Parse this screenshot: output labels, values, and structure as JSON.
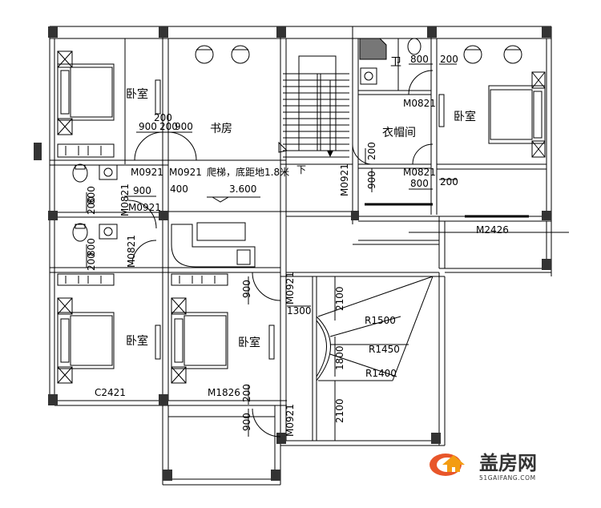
{
  "rooms": {
    "bedroom_nw": "卧室",
    "study": "书房",
    "bath_ne": "卫",
    "bedroom_ne": "卧室",
    "cloak": "衣帽间",
    "bedroom_sw": "卧室",
    "bedroom_s": "卧室"
  },
  "stair": {
    "down": "下",
    "note": "爬梯，底距地1.8米",
    "elevation": "3.600"
  },
  "doors": {
    "m0921_study_a": "M0921",
    "m0921_study_b": "M0921",
    "m0921_bath": "M0921",
    "m0921_corr": "M0921",
    "m0921_bed": "M0921",
    "m0921_south": "M0921",
    "m0821_bath_ne": "M0821",
    "m0821_cloak": "M0821",
    "m0821_lav": "M0821",
    "m0821_bath_w": "M0821",
    "m2426": "M2426",
    "c2421": "C2421",
    "m1826": "M1826"
  },
  "dims": {
    "d200_a": "200",
    "d900_a": "900",
    "d200_b": "200",
    "d900_b": "900",
    "d800_ne": "800",
    "d200_ne": "200",
    "d200_cl": "200",
    "d900_cl": "900",
    "d800_cl": "800",
    "d200_cl2": "200",
    "d900_w": "900",
    "d400_w": "400",
    "d200_v1": "200",
    "d800_v1": "800",
    "d200_v2": "200",
    "d800_v2": "800",
    "d900_v": "900",
    "d1300": "1300",
    "d2100_a": "2100",
    "d1800": "1800",
    "d2100_b": "2100",
    "d200_s": "200",
    "d900_s": "900",
    "r1500": "R1500",
    "r1450": "R1450",
    "r1400": "R1400"
  },
  "watermark": {
    "brand": "盖房网",
    "url": "51GAIFANG.COM"
  }
}
